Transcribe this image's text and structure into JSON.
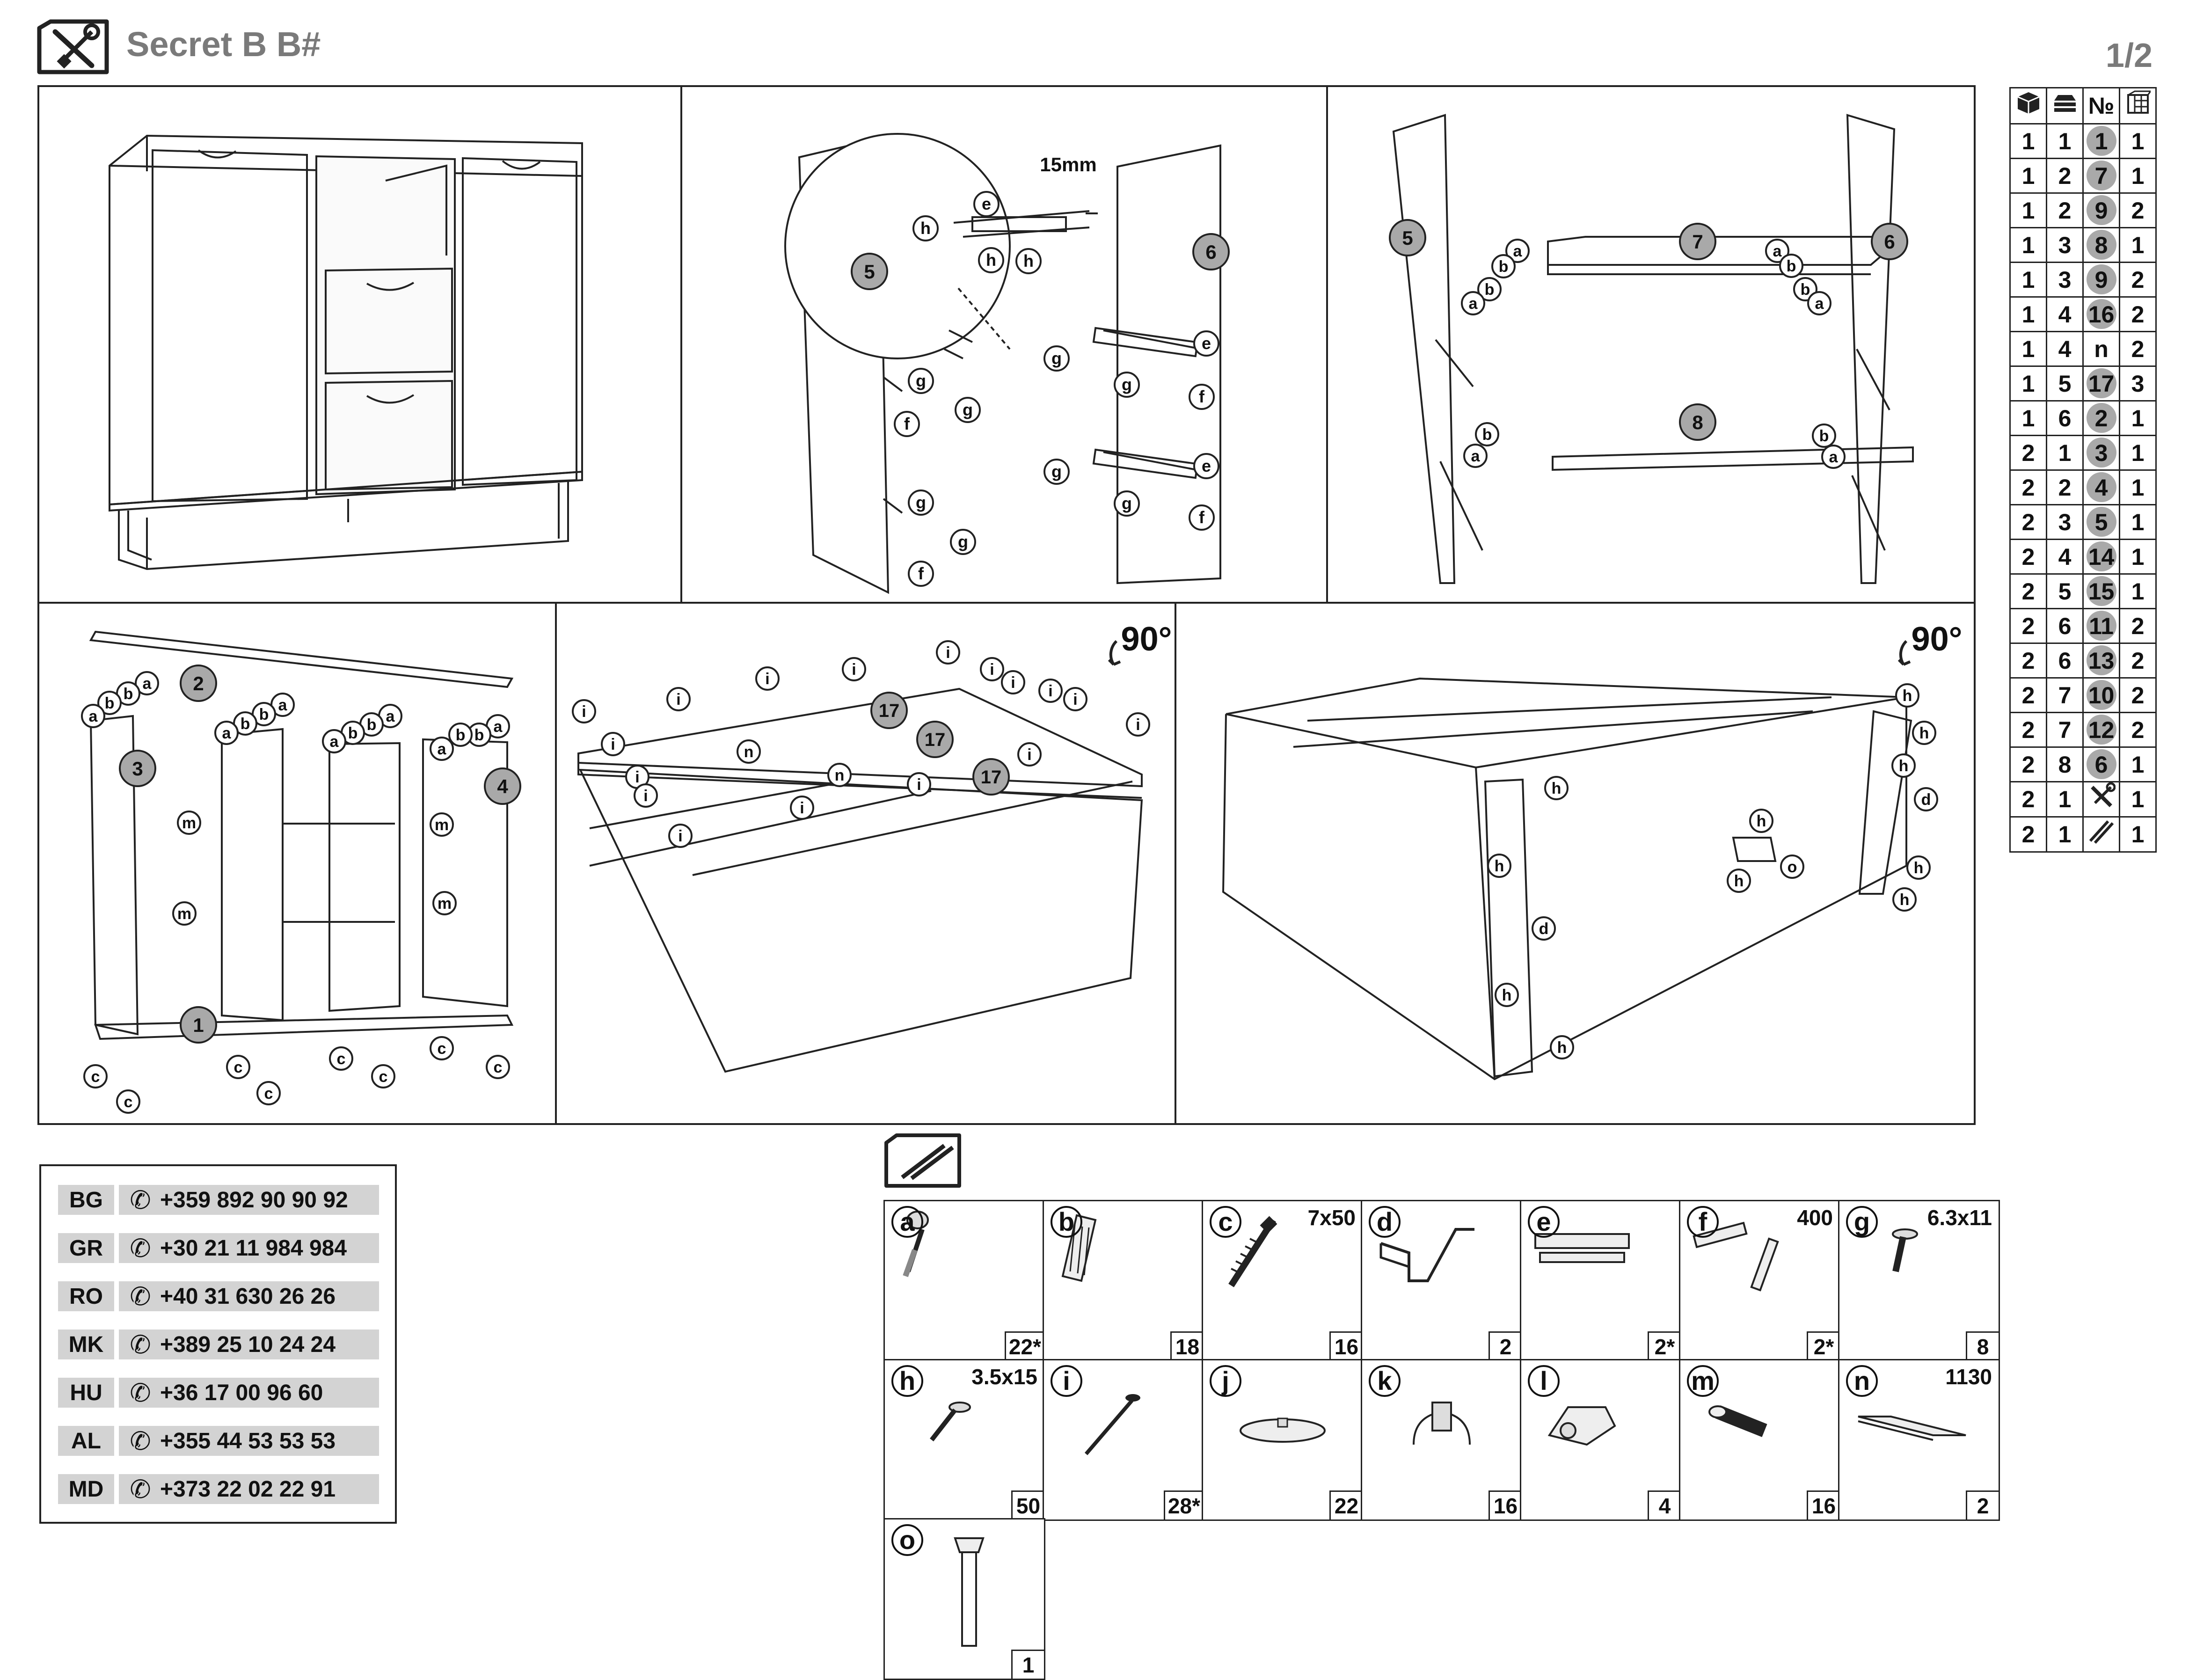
{
  "header": {
    "title": "Secret B B#",
    "page": "1/2"
  },
  "steps": {
    "s1": {},
    "s2": {
      "dim": "15mm",
      "labels": {
        "p5": "5",
        "p6": "6",
        "e": "e",
        "h": "h",
        "f": "f",
        "g": "g"
      }
    },
    "s3": {
      "labels": {
        "p5": "5",
        "p6": "6",
        "p7": "7",
        "p8": "8",
        "a": "a",
        "b": "b"
      }
    },
    "s4": {
      "labels": {
        "p1": "1",
        "p2": "2",
        "p3": "3",
        "p4": "4",
        "a": "a",
        "b": "b",
        "c": "c",
        "m": "m"
      }
    },
    "s5": {
      "rotate": "90°",
      "labels": {
        "p17": "17",
        "i": "i",
        "n": "n"
      }
    },
    "s6": {
      "rotate": "90°",
      "labels": {
        "h": "h",
        "d": "d",
        "o": "o"
      }
    }
  },
  "parts_table": {
    "header_icons": [
      "package-icon",
      "stack-icon",
      "number-sign",
      "panel-grid-icon"
    ],
    "number_header": "№",
    "rows": [
      {
        "c1": "1",
        "c2": "1",
        "no": "1",
        "qty": "1"
      },
      {
        "c1": "1",
        "c2": "2",
        "no": "7",
        "qty": "1"
      },
      {
        "c1": "1",
        "c2": "2",
        "no": "9",
        "qty": "2"
      },
      {
        "c1": "1",
        "c2": "3",
        "no": "8",
        "qty": "1"
      },
      {
        "c1": "1",
        "c2": "3",
        "no": "9",
        "qty": "2"
      },
      {
        "c1": "1",
        "c2": "4",
        "no": "16",
        "qty": "2"
      },
      {
        "c1": "1",
        "c2": "4",
        "no": "n",
        "qty": "2"
      },
      {
        "c1": "1",
        "c2": "5",
        "no": "17",
        "qty": "3"
      },
      {
        "c1": "1",
        "c2": "6",
        "no": "2",
        "qty": "1"
      },
      {
        "c1": "2",
        "c2": "1",
        "no": "3",
        "qty": "1"
      },
      {
        "c1": "2",
        "c2": "2",
        "no": "4",
        "qty": "1"
      },
      {
        "c1": "2",
        "c2": "3",
        "no": "5",
        "qty": "1"
      },
      {
        "c1": "2",
        "c2": "4",
        "no": "14",
        "qty": "1"
      },
      {
        "c1": "2",
        "c2": "5",
        "no": "15",
        "qty": "1"
      },
      {
        "c1": "2",
        "c2": "6",
        "no": "11",
        "qty": "2"
      },
      {
        "c1": "2",
        "c2": "6",
        "no": "13",
        "qty": "2"
      },
      {
        "c1": "2",
        "c2": "7",
        "no": "10",
        "qty": "2"
      },
      {
        "c1": "2",
        "c2": "7",
        "no": "12",
        "qty": "2"
      },
      {
        "c1": "2",
        "c2": "8",
        "no": "6",
        "qty": "1"
      },
      {
        "c1": "2",
        "c2": "1",
        "no": "",
        "icon": "tools-icon",
        "qty": "1"
      },
      {
        "c1": "2",
        "c2": "1",
        "no": "",
        "icon": "rails-icon",
        "qty": "1"
      }
    ]
  },
  "contacts": [
    {
      "code": "BG",
      "phone": "+359 892 90 90 92"
    },
    {
      "code": "GR",
      "phone": "+30 21 11 984 984"
    },
    {
      "code": "RO",
      "phone": "+40 31 630 26 26"
    },
    {
      "code": "MK",
      "phone": "+389 25 10 24 24"
    },
    {
      "code": "HU",
      "phone": "+36 17 00 96 60"
    },
    {
      "code": "AL",
      "phone": "+355 44 53 53 53"
    },
    {
      "code": "MD",
      "phone": "+373 22 02 22 91"
    }
  ],
  "hardware": [
    {
      "letter": "a",
      "size": "",
      "qty": "22*",
      "icon": "cam-lock-icon"
    },
    {
      "letter": "b",
      "size": "",
      "qty": "18",
      "icon": "dowel-icon"
    },
    {
      "letter": "c",
      "size": "7x50",
      "qty": "16",
      "icon": "confirmat-screw-icon"
    },
    {
      "letter": "d",
      "size": "",
      "qty": "2",
      "icon": "leg-frame-icon"
    },
    {
      "letter": "e",
      "size": "",
      "qty": "2*",
      "icon": "drawer-runner-icon"
    },
    {
      "letter": "f",
      "size": "400",
      "qty": "2*",
      "icon": "runner-pair-icon"
    },
    {
      "letter": "g",
      "size": "6.3x11",
      "qty": "8",
      "icon": "euro-screw-icon"
    },
    {
      "letter": "h",
      "size": "3.5x15",
      "qty": "50",
      "icon": "wood-screw-icon"
    },
    {
      "letter": "i",
      "size": "",
      "qty": "28*",
      "icon": "nail-icon"
    },
    {
      "letter": "j",
      "size": "",
      "qty": "22",
      "icon": "glide-pad-icon"
    },
    {
      "letter": "k",
      "size": "",
      "qty": "16",
      "icon": "shelf-support-icon"
    },
    {
      "letter": "l",
      "size": "",
      "qty": "4",
      "icon": "hinge-icon"
    },
    {
      "letter": "m",
      "size": "",
      "qty": "16",
      "icon": "shelf-pin-icon"
    },
    {
      "letter": "n",
      "size": "1130",
      "qty": "2",
      "icon": "connector-strip-icon"
    },
    {
      "letter": "o",
      "size": "",
      "qty": "1",
      "icon": "support-leg-icon"
    }
  ]
}
